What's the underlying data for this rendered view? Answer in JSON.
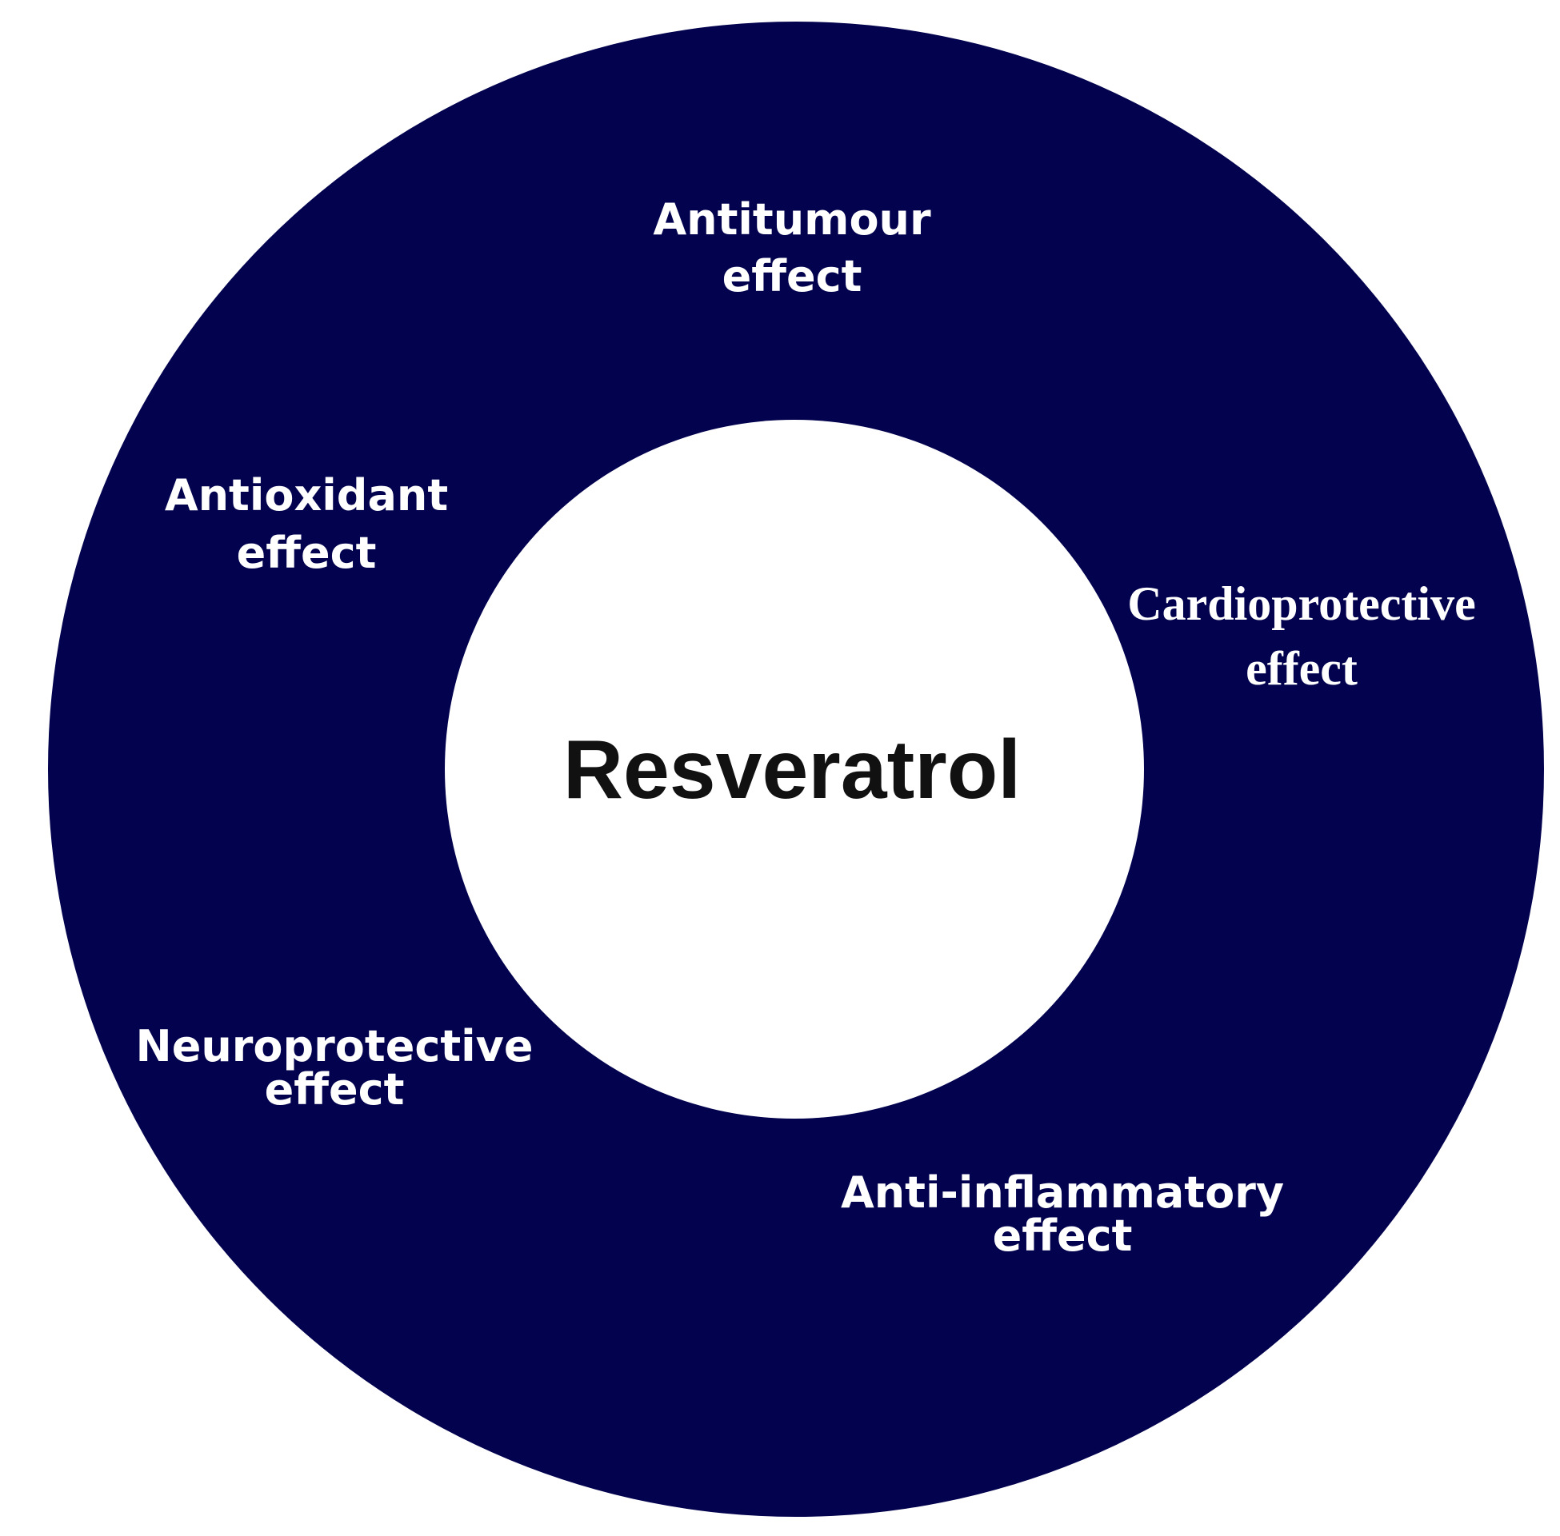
{
  "diagram": {
    "center_label": "Resveratrol",
    "colors": {
      "ring": "#02024f",
      "center": "#ffffff",
      "ring_text": "#ffffff",
      "center_text": "#111111"
    },
    "effects": [
      {
        "line1": "Antitumour",
        "line2": "effect"
      },
      {
        "line1": "Antioxidant",
        "line2": "effect"
      },
      {
        "line1": "Cardioprotective",
        "line2": "effect"
      },
      {
        "line1": "Neuroprotective",
        "line2": "effect"
      },
      {
        "line1": "Anti-inflammatory",
        "line2": "effect"
      }
    ]
  }
}
